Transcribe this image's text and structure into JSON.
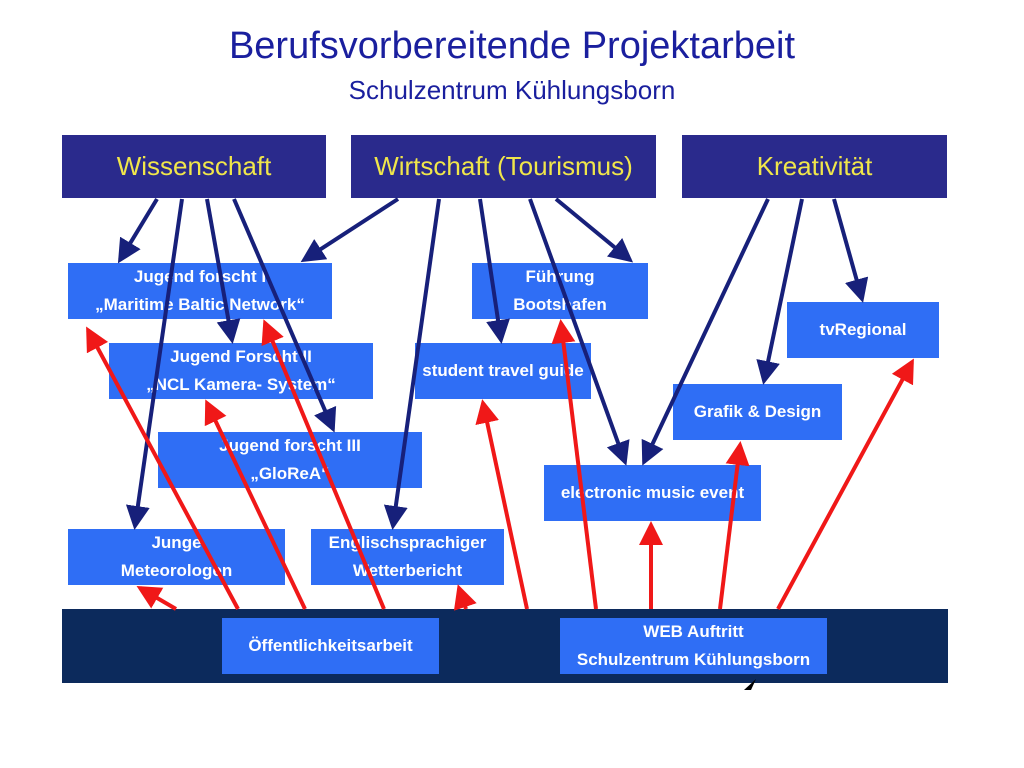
{
  "header": {
    "title": "Berufsvorbereitende Projektarbeit",
    "subtitle": "Schulzentrum Kühlungsborn"
  },
  "categories": {
    "wissenschaft": "Wissenschaft",
    "wirtschaft": "Wirtschaft (Tourismus)",
    "kreativitaet": "Kreativität"
  },
  "projects": {
    "jugend1": [
      "Jugend forscht I",
      "„Maritime Baltic Network“"
    ],
    "jugend2": [
      "Jugend Forscht II",
      "„NCL Kamera- System“"
    ],
    "jugend3": [
      "Jugend forscht III",
      "„GloReA“"
    ],
    "meteorologen": [
      "Junge",
      "Meteorologen"
    ],
    "wetterbericht": [
      "Englischsprachiger",
      "Wetterbericht"
    ],
    "fuehrung": [
      "Führung",
      "Bootshafen"
    ],
    "travel": [
      "student travel guide"
    ],
    "music": [
      "electronic music event"
    ],
    "tvregional": [
      "tvRegional"
    ],
    "grafik": [
      "Grafik & Design"
    ]
  },
  "outputs": {
    "oeffentlichkeit": [
      "Öffentlichkeitsarbeit"
    ],
    "web": [
      "WEB Auftritt",
      "Schulzentrum Kühlungsborn"
    ]
  },
  "colors": {
    "header_box": "#2a2a8c",
    "header_text": "#f0e64a",
    "project_box": "#2f6ef5",
    "bottom_bar": "#0c2a5c",
    "arrow_blue": "#17207a",
    "arrow_red": "#f01818"
  }
}
